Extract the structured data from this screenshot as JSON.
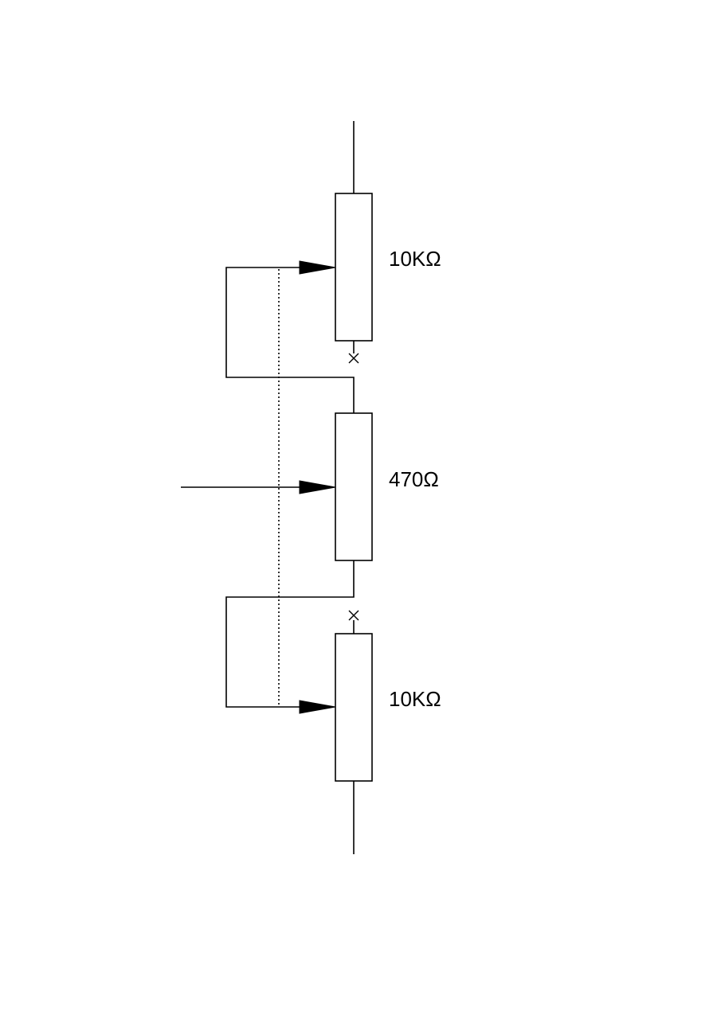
{
  "diagram": {
    "components": [
      {
        "id": "pot-top",
        "type": "potentiometer",
        "value_label": "10KΩ"
      },
      {
        "id": "pot-middle",
        "type": "potentiometer",
        "value_label": "470Ω"
      },
      {
        "id": "pot-bottom",
        "type": "potentiometer",
        "value_label": "10KΩ"
      }
    ],
    "mechanical_link": {
      "style": "dotted",
      "connects": [
        "pot-top",
        "pot-middle",
        "pot-bottom"
      ]
    },
    "unconnected_terminals": [
      "pot-top-bottom-end",
      "pot-bottom-top-end"
    ]
  }
}
